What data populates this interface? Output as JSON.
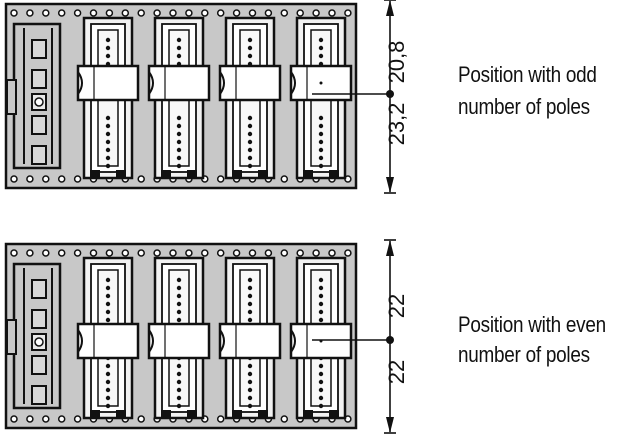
{
  "diagrams": [
    {
      "caption_line1": "Position with odd",
      "caption_line2": "number of poles",
      "dim_upper": "20,8",
      "dim_lower": "23,2"
    },
    {
      "caption_line1": "Position with even",
      "caption_line2": "number of poles",
      "dim_upper": "22",
      "dim_lower": "22"
    }
  ],
  "colors": {
    "plate": "#c8c8c8",
    "outline": "#111111",
    "connector_fill": "#f2f2f2",
    "slot": "#8a8a8a"
  }
}
